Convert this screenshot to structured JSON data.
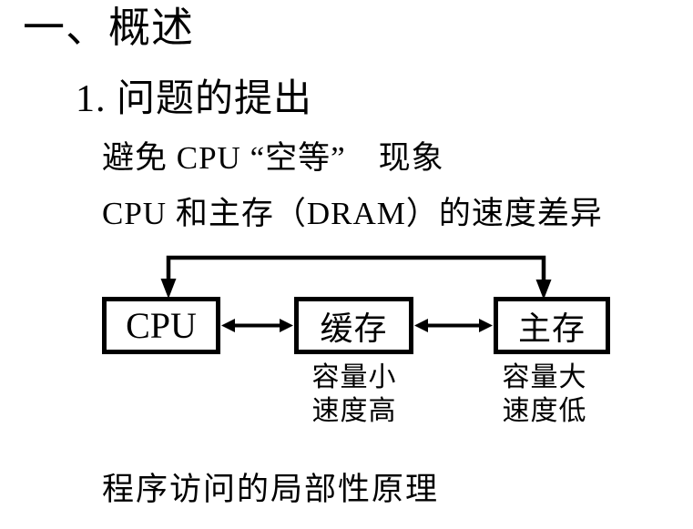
{
  "colors": {
    "background": "#ffffff",
    "ink": "#000000"
  },
  "slide": {
    "title": "一、概述",
    "section": "1. 问题的提出",
    "points": {
      "avoid_wait": "避免 CPU “空等”　现象",
      "speed_gap": "CPU 和主存（DRAM）的速度差异",
      "locality": "程序访问的局部性原理"
    },
    "diagram": {
      "cpu": {
        "label": "CPU"
      },
      "cache": {
        "label": "缓存",
        "note1": "容量小",
        "note2": "速度高"
      },
      "memory": {
        "label": "主存",
        "note1": "容量大",
        "note2": "速度低"
      }
    }
  }
}
